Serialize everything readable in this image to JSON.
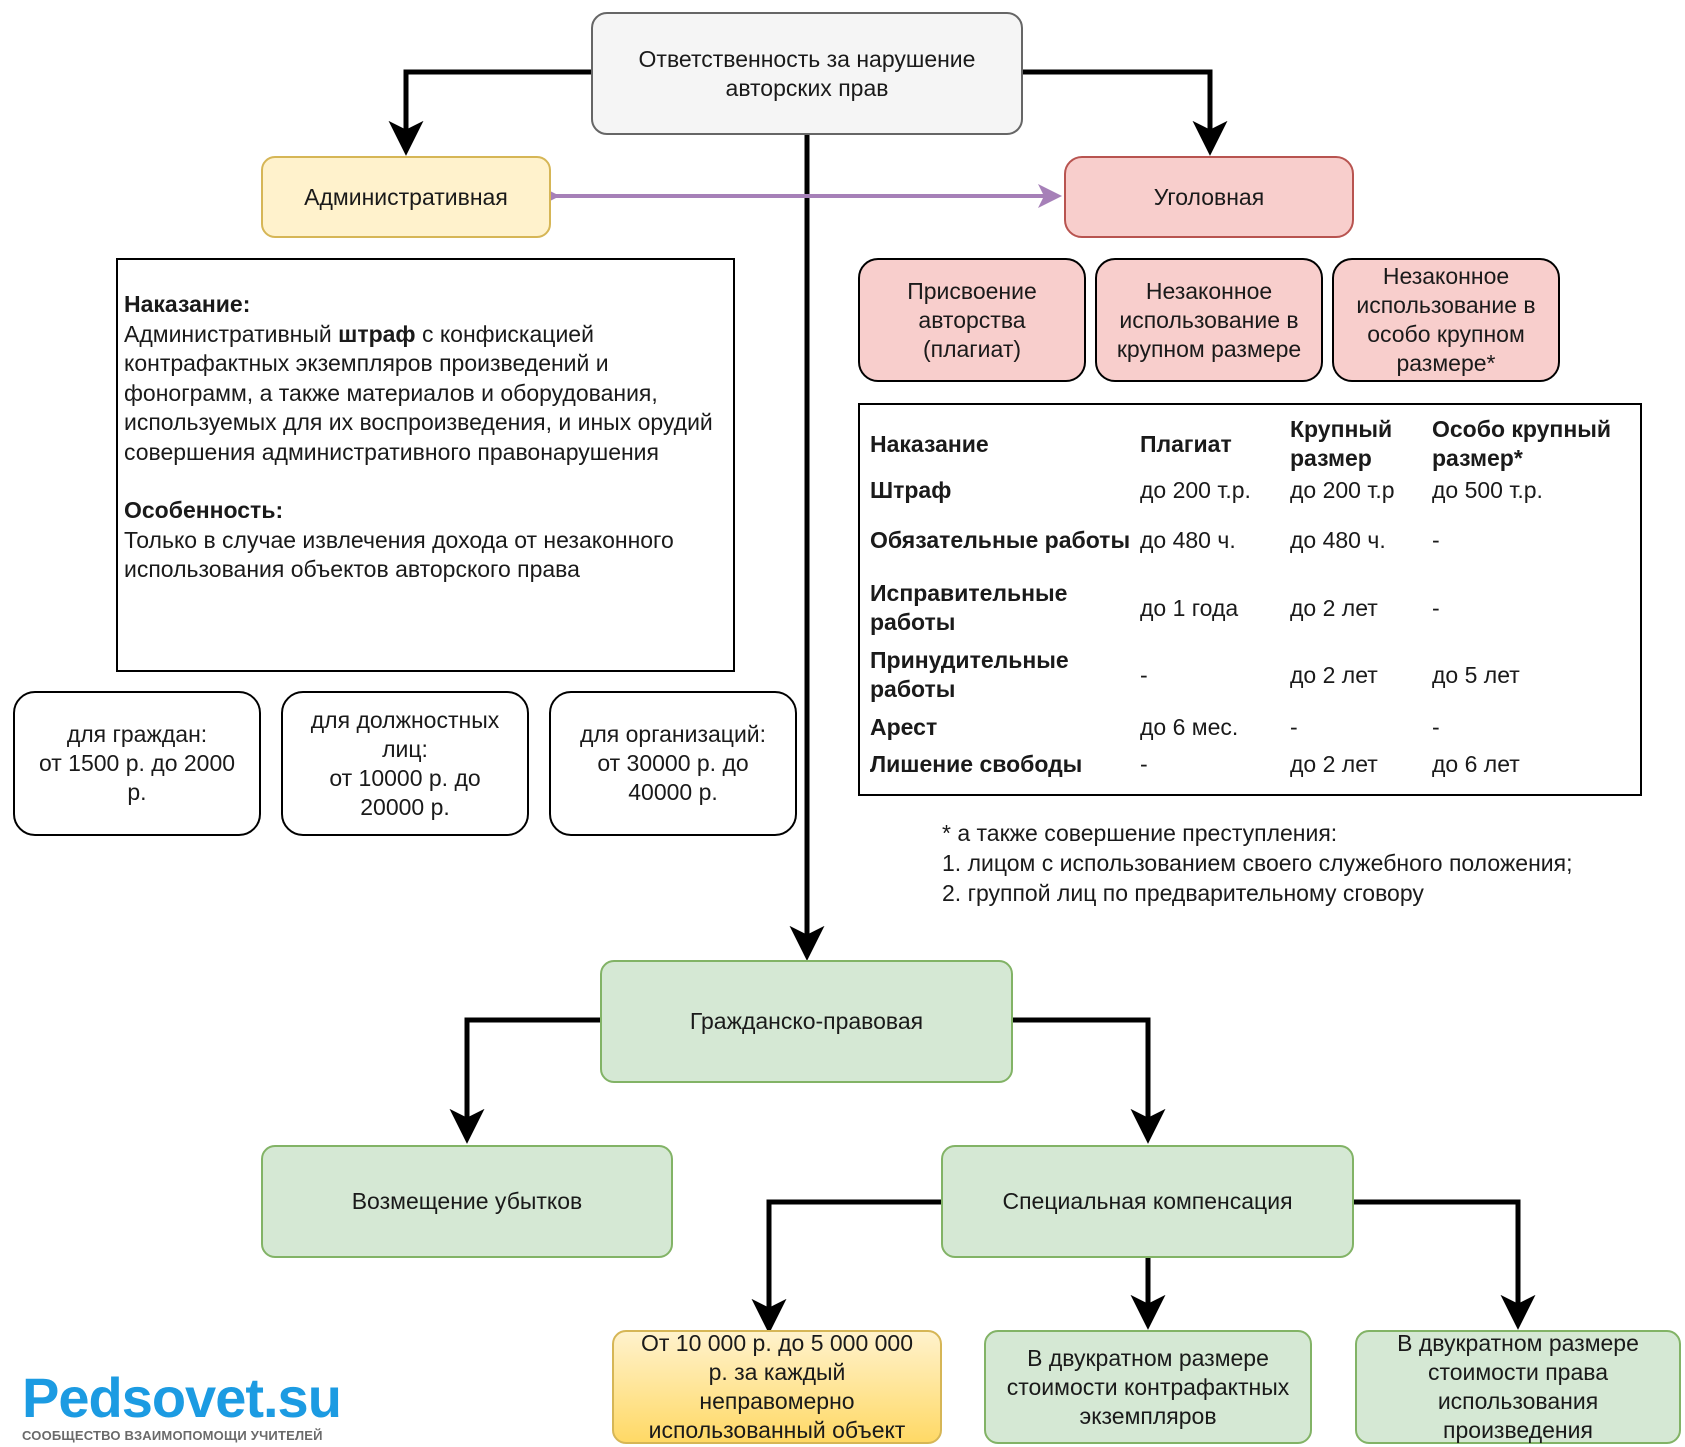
{
  "root": "Ответственность за нарушение\nавторских прав",
  "administrative": "Административная",
  "criminal": "Уголовная",
  "civil": "Гражданско-правовая",
  "criminal_types": [
    "Присвоение\nавторства\n(плагиат)",
    "Незаконное\nиспользование в\nкрупном размере",
    "Незаконное\nиспользование в\nособо крупном\nразмере*"
  ],
  "admin_panel": {
    "punishment_heading": "Наказание:",
    "punishment_pre": "Административный ",
    "punishment_bold": "штраф",
    "punishment_post": " с конфискацией контрафактных экземпляров произведений и фонограмм, а также материалов и оборудования, используемых для их воспроизведения, и иных орудий совершения административного правонарушения",
    "feature_heading": "Особенность:",
    "feature_text": "Только в случае извлечения дохода от незаконного использования объектов авторского права"
  },
  "fines": [
    "для граждан:\nот 1500 р. до 2000\nр.",
    "для должностных\nлиц:\nот 10000 р. до\n20000 р.",
    "для организаций:\nот 30000 р. до\n40000 р."
  ],
  "table": {
    "headers": [
      "Наказание",
      "Плагиат",
      "Крупный размер",
      "Особо крупный размер*"
    ],
    "rows": [
      [
        "Штраф",
        "до 200 т.р.",
        "до 200 т.р",
        "до 500 т.р."
      ],
      [
        "Обязательные работы",
        "до 480 ч.",
        "до 480 ч.",
        "-"
      ],
      [
        "Исправительные работы",
        "до 1 года",
        "до 2 лет",
        "-"
      ],
      [
        "Принудительные работы",
        "-",
        "до 2 лет",
        "до 5 лет"
      ],
      [
        "Арест",
        "до 6 мес.",
        "-",
        "-"
      ],
      [
        "Лишение свободы",
        "-",
        "до 2 лет",
        "до 6 лет"
      ]
    ]
  },
  "footnote": [
    "* а также совершение преступления:",
    "1. лицом с использованием своего служебного положения;",
    "2. группой лиц по предварительному сговору"
  ],
  "civil_children": {
    "damages": "Возмещение убытков",
    "compensation": "Специальная компенсация"
  },
  "compensation_options": [
    "От 10 000 р. до 5 000 000\nр. за каждый\nнеправомерно\nиспользованный объект",
    "В двукратном размере\nстоимости контрафактных\nэкземпляров",
    "В двукратном размере\nстоимости права\nиспользования\nпроизведения"
  ],
  "logo": {
    "name": "Pedsovet.su",
    "tagline": "СООБЩЕСТВО ВЗАИМОПОМОЩИ УЧИТЕЛЕЙ"
  },
  "colors": {
    "bidirectional_arrow": "#a680b8",
    "logo_blue": "#1c9be2"
  }
}
